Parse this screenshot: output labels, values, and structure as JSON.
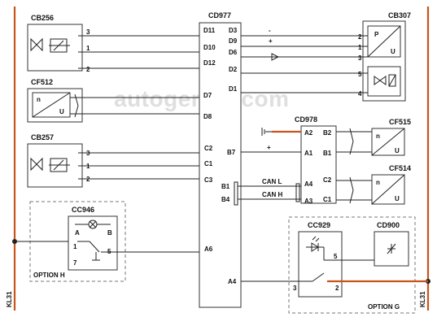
{
  "colors": {
    "wire": "#222222",
    "supply": "#c8541c",
    "watermark": "#d9d9d9"
  },
  "watermark": "autogeriko.com",
  "supply_rails": {
    "left": "KL31",
    "right": "KL31"
  },
  "modules": {
    "cd977": {
      "name": "CD977"
    },
    "cb307": {
      "name": "CB307"
    },
    "cb256": {
      "name": "CB256"
    },
    "cf512": {
      "name": "CF512",
      "n": "n",
      "u": "U"
    },
    "cb257": {
      "name": "CB257"
    },
    "cd978": {
      "name": "CD978"
    },
    "cf515": {
      "name": "CF515",
      "n": "n",
      "u": "U"
    },
    "cf514": {
      "name": "CF514",
      "n": "n",
      "u": "U"
    },
    "cc946": {
      "name": "CC946",
      "a": "A",
      "b": "B"
    },
    "cc929": {
      "name": "CC929"
    },
    "cd900": {
      "name": "CD900"
    }
  },
  "options": {
    "h": "OPTION H",
    "g": "OPTION G"
  },
  "cd977_pins_left": [
    "D11",
    "D10",
    "D12",
    "D7",
    "D8",
    "C2",
    "C1",
    "C3",
    "A6",
    "A4"
  ],
  "cd977_pins_right": [
    "D3",
    "D9",
    "D6",
    "D2",
    "D1"
  ],
  "cd977_outer_pins": [
    "B7",
    "B1",
    "B4"
  ],
  "cd978_pins": [
    "A2",
    "B2",
    "A1",
    "B1",
    "A4",
    "A3",
    "C2",
    "C1"
  ],
  "bus_labels": [
    "CAN L",
    "CAN H"
  ],
  "signs": {
    "minus": "-",
    "plus": "+",
    "plus2": "+"
  },
  "cb307_labels": {
    "p": "P",
    "u": "U"
  },
  "cb307_pins": [
    "2",
    "1",
    "3",
    "5",
    "4"
  ],
  "cb256_pins": [
    "3",
    "1",
    "2"
  ],
  "cb257_pins": [
    "3",
    "1",
    "2"
  ],
  "cc946_pins": [
    "1",
    "7",
    "5"
  ],
  "cc929_pins": [
    "5",
    "3",
    "2"
  ]
}
